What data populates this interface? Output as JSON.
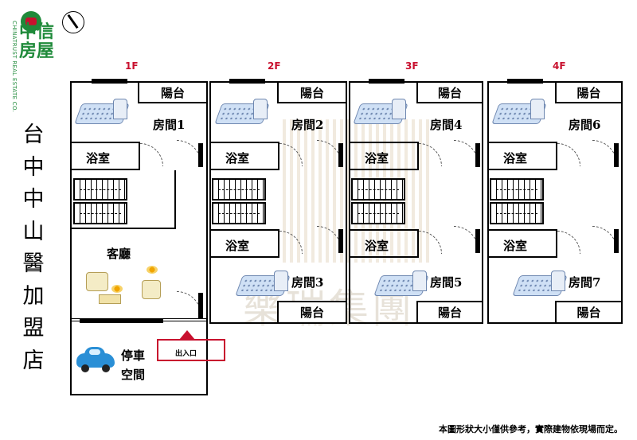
{
  "logo": {
    "brand_cn": "中信房屋",
    "brand_en": "CHINATRUST REAL ESTATE CO."
  },
  "title_vertical": [
    "台",
    "中",
    "中",
    "山",
    "醫",
    "加",
    "盟",
    "店"
  ],
  "watermark": "樂瑞集團",
  "floors": [
    {
      "label": "1F",
      "rooms": [
        "房間1"
      ],
      "bathroom": "浴室",
      "balcony": "陽台",
      "living": "客廳",
      "parking": [
        "停車",
        "空間"
      ],
      "entrance": "出入口"
    },
    {
      "label": "2F",
      "rooms": [
        "房間2",
        "房間3"
      ],
      "bathrooms": [
        "浴室",
        "浴室"
      ],
      "balconies": [
        "陽台",
        "陽台"
      ]
    },
    {
      "label": "3F",
      "rooms": [
        "房間4",
        "房間5"
      ],
      "bathrooms": [
        "浴室",
        "浴室"
      ],
      "balconies": [
        "陽台",
        "陽台"
      ]
    },
    {
      "label": "4F",
      "rooms": [
        "房間6",
        "房間7"
      ],
      "bathrooms": [
        "浴室",
        "浴室"
      ],
      "balconies": [
        "陽台",
        "陽台"
      ]
    }
  ],
  "footer_note": "本圖形狀大小僅供參考，實際建物依現場而定。",
  "colors": {
    "brand_green": "#1f8a3a",
    "accent_red": "#c8102e"
  }
}
